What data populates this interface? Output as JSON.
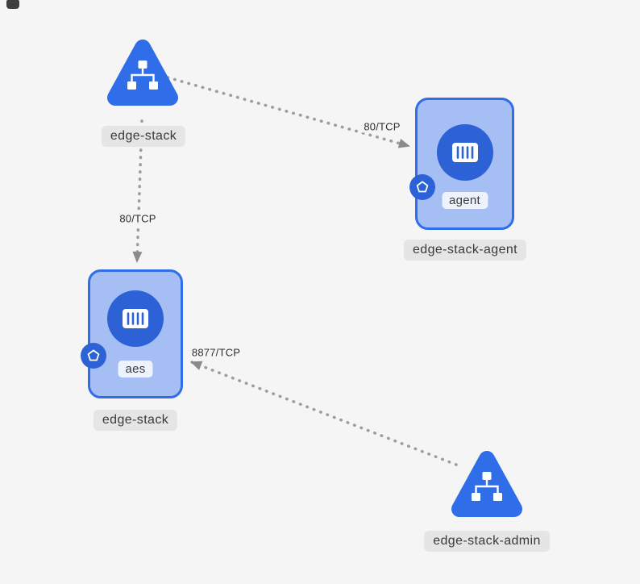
{
  "diagram": {
    "services": [
      {
        "id": "edge-stack-service",
        "label": "edge-stack"
      },
      {
        "id": "edge-stack-admin-service",
        "label": "edge-stack-admin"
      }
    ],
    "pods": [
      {
        "id": "edge-stack-agent-pod",
        "container": "agent",
        "label": "edge-stack-agent"
      },
      {
        "id": "edge-stack-pod",
        "container": "aes",
        "label": "edge-stack"
      }
    ],
    "edges": [
      {
        "from": "edge-stack-service",
        "to": "edge-stack-agent-pod",
        "label": "80/TCP"
      },
      {
        "from": "edge-stack-service",
        "to": "edge-stack-pod",
        "label": "80/TCP"
      },
      {
        "from": "edge-stack-admin-service",
        "to": "edge-stack-pod",
        "label": "8877/TCP"
      }
    ],
    "icons": {
      "service": "sitemap-icon",
      "container": "container-icon",
      "badge": "pentagon-badge-icon"
    },
    "colors": {
      "accent_blue": "#2f6de9",
      "circle_blue": "#2d62d6",
      "pod_fill": "#a5bef3",
      "edge_gray": "#9d9d9d",
      "label_bg": "#e5e5e5",
      "background": "#f5f5f6"
    }
  }
}
